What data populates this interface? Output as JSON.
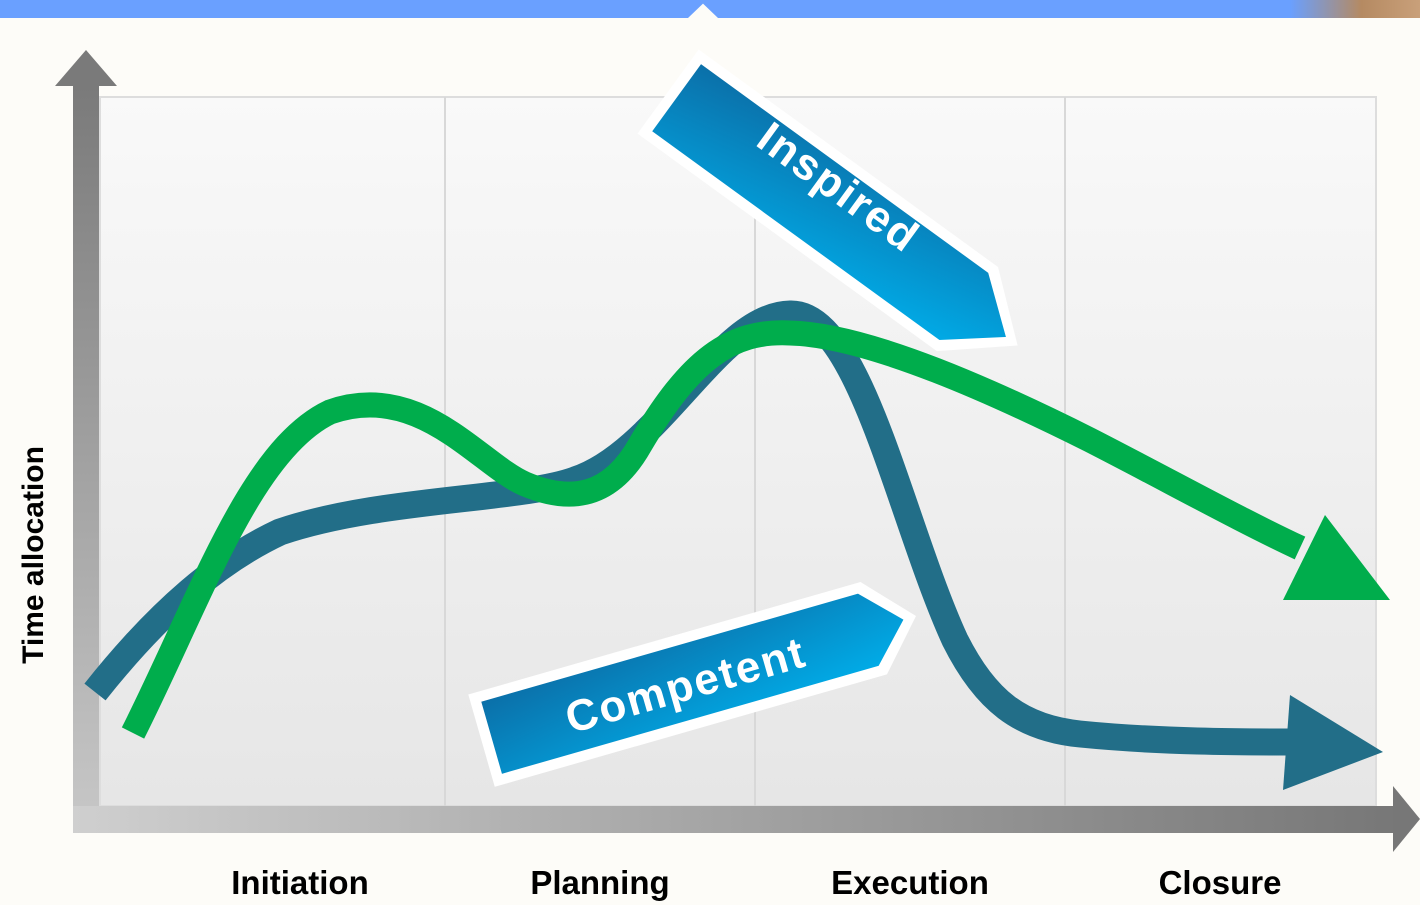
{
  "axes": {
    "y_label": "Time allocation"
  },
  "phases": [
    "Initiation",
    "Planning",
    "Execution",
    "Closure"
  ],
  "callouts": {
    "inspired": "Inspired",
    "competent": "Competent"
  },
  "colors": {
    "inspired_curve": "#00ad4c",
    "competent_curve": "#226e88",
    "callout_blue": "#0b92cf",
    "axis_gray": "#8c8c8c",
    "top_band": "#6aa0ff"
  }
}
